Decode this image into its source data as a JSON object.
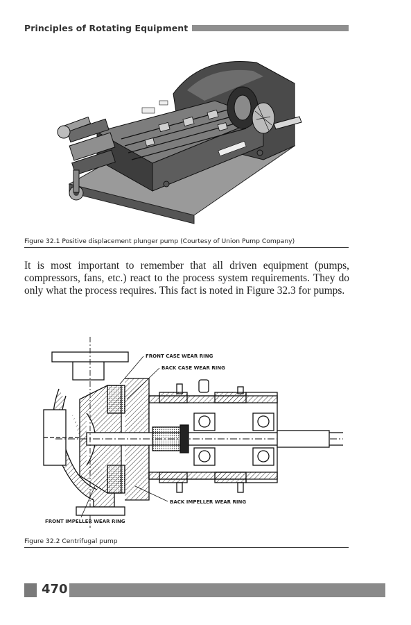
{
  "header": {
    "title": "Principles of Rotating Equipment"
  },
  "figure1": {
    "caption": "Figure 32.1 Positive displacement plunger pump (Courtesy of Union Pump Company)"
  },
  "body": {
    "paragraph": "It is most important to remember that all driven equipment (pumps, compressors, fans, etc.) react to the process system requirements. They do only what the process requires. This fact is noted in Figure 32.3 for pumps."
  },
  "figure2": {
    "labels": {
      "front_case_wear_ring": "FRONT CASE WEAR RING",
      "back_case_wear_ring": "BACK CASE WEAR RING",
      "back_impeller_wear_ring": "BACK IMPELLER WEAR RING",
      "front_impeller_wear_ring": "FRONT IMPELLER WEAR RING"
    },
    "caption": "Figure 32.2 Centrifugal pump"
  },
  "footer": {
    "page_number": "470"
  }
}
